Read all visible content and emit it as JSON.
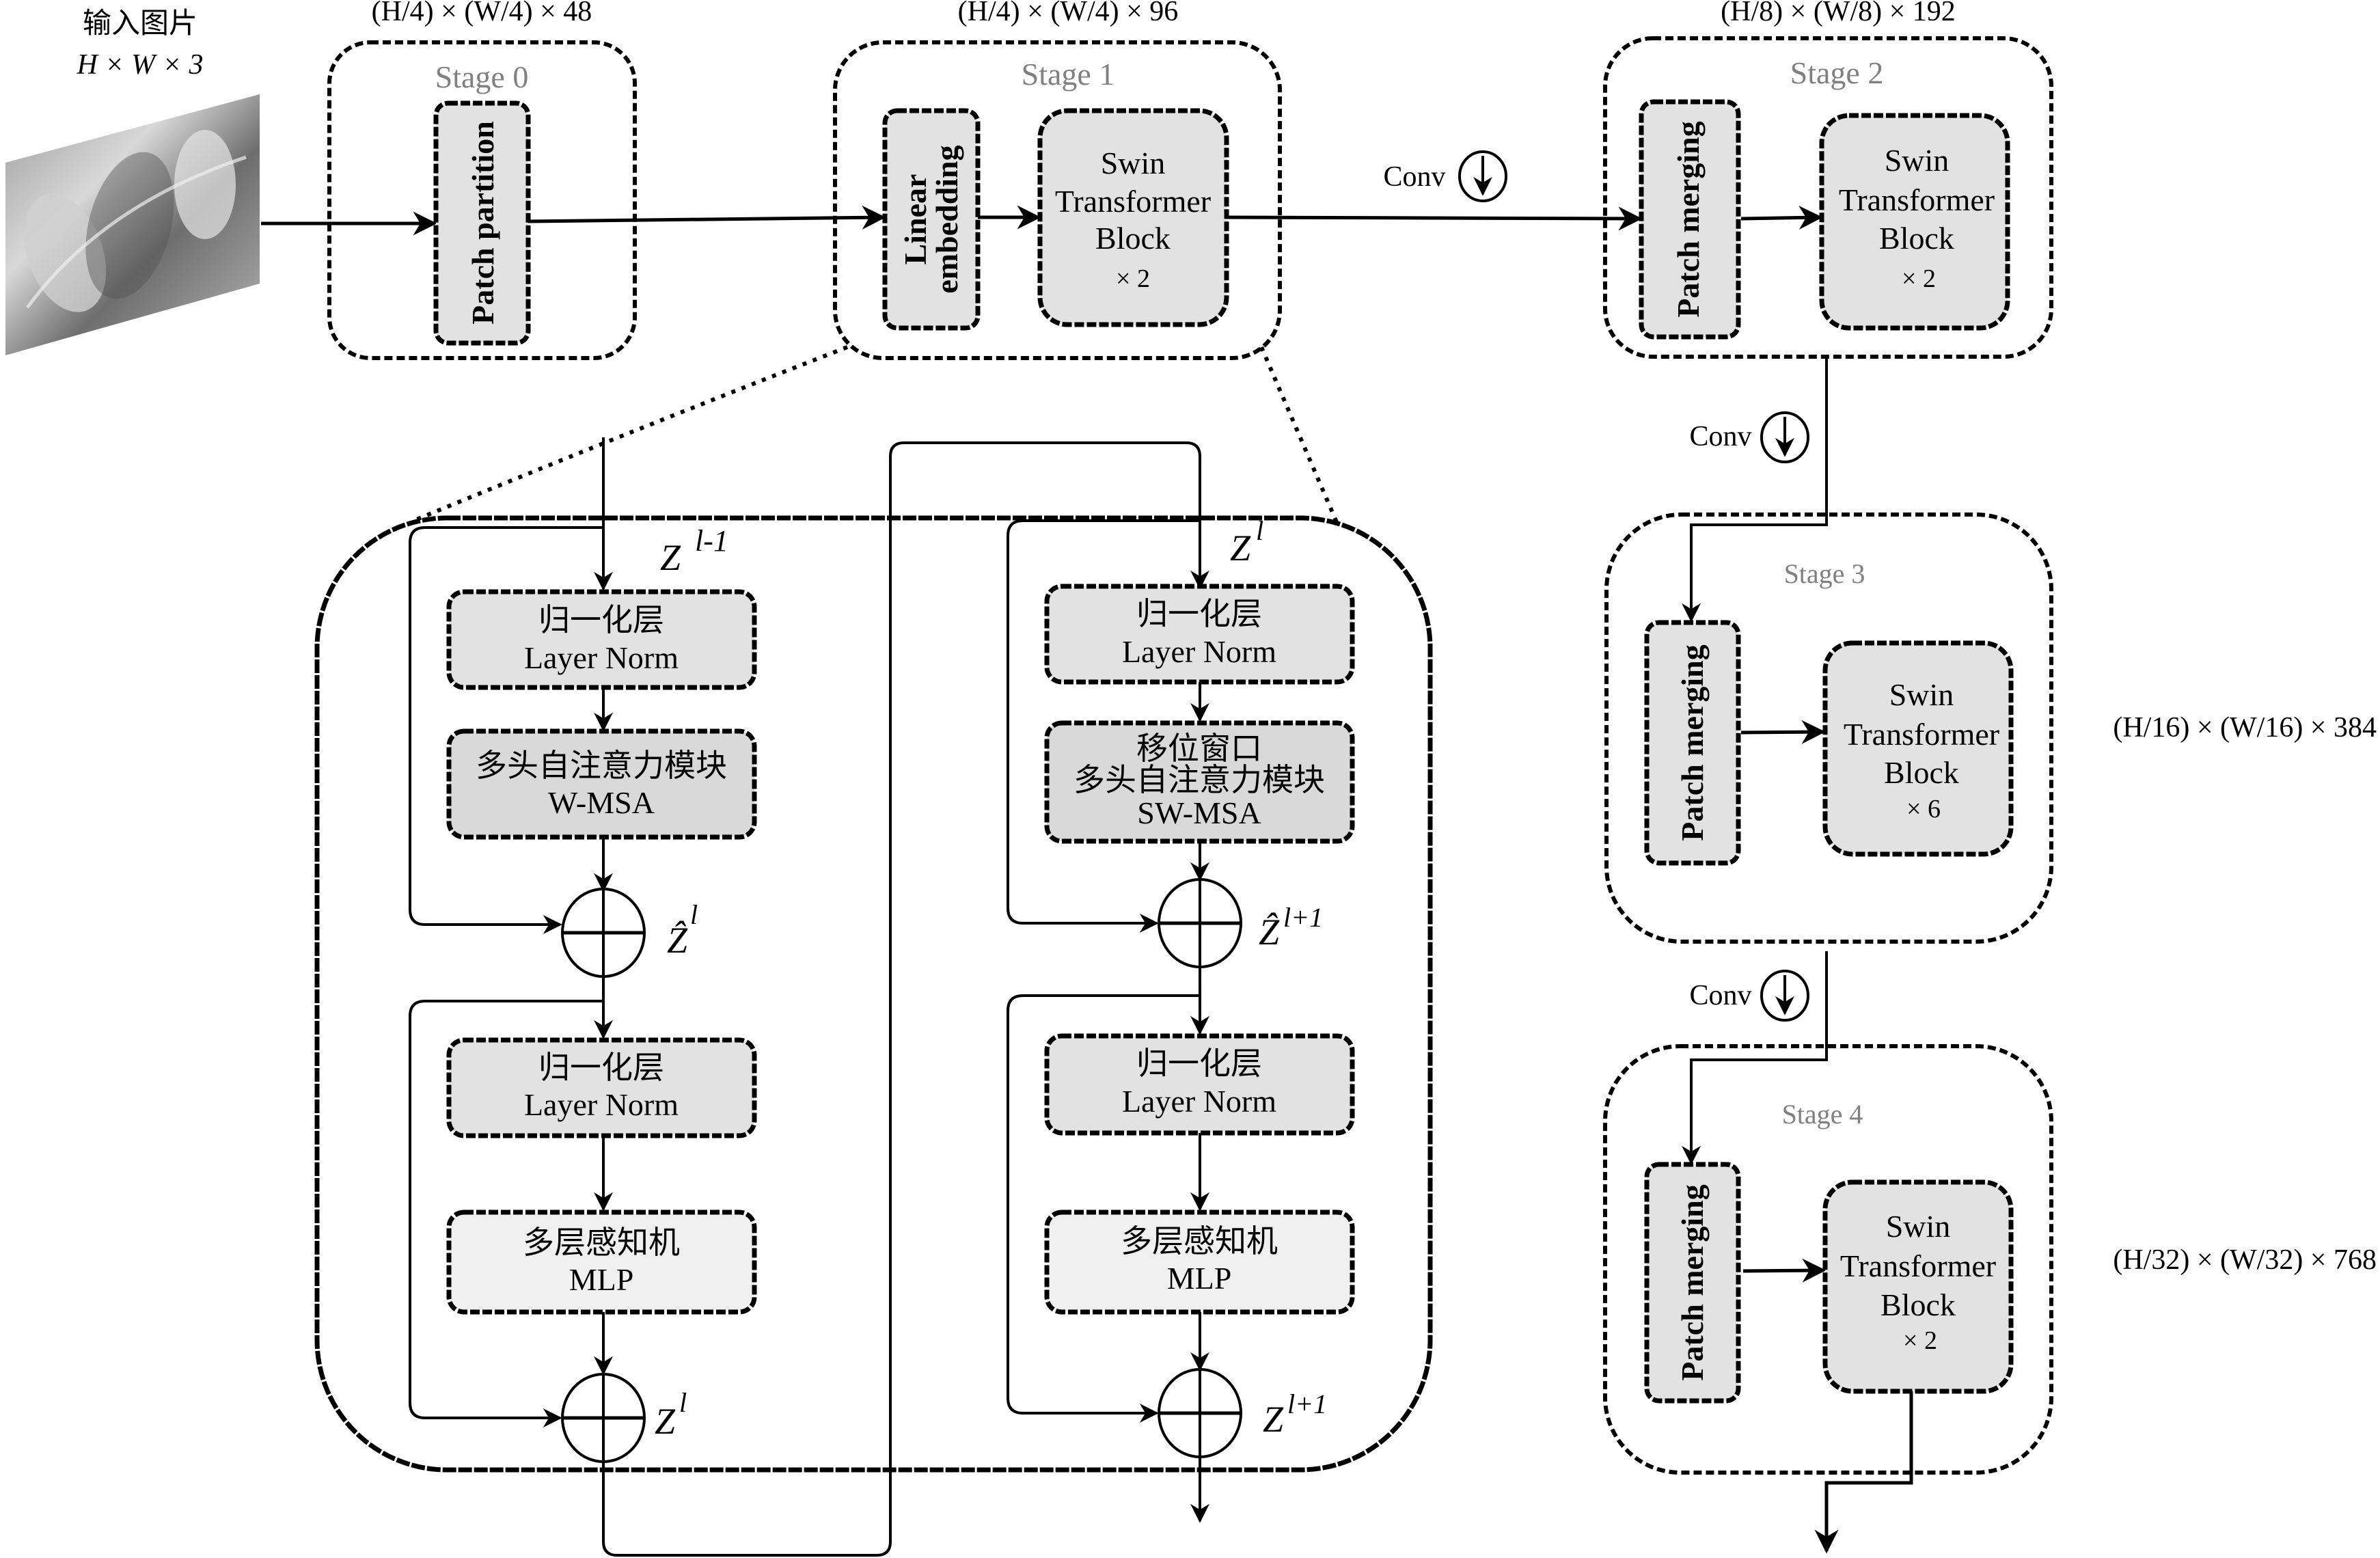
{
  "input": {
    "title": "输入图片",
    "dims": "H × W × 3"
  },
  "stages": [
    {
      "name": "Stage 0",
      "dims": "(H/4) × (W/4) × 48",
      "first_block": "Patch partition"
    },
    {
      "name": "Stage 1",
      "dims": "(H/4) × (W/4) × 96",
      "first_block": "Linear embedding",
      "first_block_lines": [
        "Linear",
        "embedding"
      ],
      "swin_lines": [
        "Swin",
        "Transformer",
        "Block"
      ],
      "repeat": "× 2"
    },
    {
      "name": "Stage 2",
      "dims": "(H/8) × (W/8) × 192",
      "first_block": "Patch merging",
      "swin_lines": [
        "Swin",
        "Transformer",
        "Block"
      ],
      "repeat": "× 2"
    },
    {
      "name": "Stage 3",
      "dims": "(H/16) × (W/16) × 384",
      "first_block": "Patch merging",
      "swin_lines": [
        "Swin",
        "Transformer",
        "Block"
      ],
      "repeat": "× 6"
    },
    {
      "name": "Stage 4",
      "dims": "(H/32) × (W/32) × 768",
      "first_block": "Patch merging",
      "swin_lines": [
        "Swin",
        "Transformer",
        "Block"
      ],
      "repeat": "× 2"
    }
  ],
  "conv": {
    "label": "Conv"
  },
  "detail": {
    "left": {
      "input_label": "Z",
      "input_sup": "l-1",
      "norm1": {
        "zh": "归一化层",
        "en": "Layer Norm"
      },
      "attn": {
        "zh": "多头自注意力模块",
        "en": "W-MSA"
      },
      "mid_label": "Ẑ",
      "mid_sup": "l",
      "norm2": {
        "zh": "归一化层",
        "en": "Layer Norm"
      },
      "mlp": {
        "zh": "多层感知机",
        "en": "MLP"
      },
      "out_label": "Z",
      "out_sup": "l"
    },
    "right": {
      "input_label": "Z",
      "input_sup": "l",
      "norm1": {
        "zh": "归一化层",
        "en": "Layer Norm"
      },
      "attn": {
        "zh1": "移位窗口",
        "zh": "多头自注意力模块",
        "en": "SW-MSA"
      },
      "mid_label": "Ẑ",
      "mid_sup": "l+1",
      "norm2": {
        "zh": "归一化层",
        "en": "Layer Norm"
      },
      "mlp": {
        "zh": "多层感知机",
        "en": "MLP"
      },
      "out_label": "Z",
      "out_sup": "l+1"
    }
  },
  "colors": {
    "box_fill_light": "#e2e2e2",
    "box_fill_attn": "#d9d9d9",
    "box_fill_mlp": "#f0f0f0",
    "stage_label": "#808080"
  }
}
